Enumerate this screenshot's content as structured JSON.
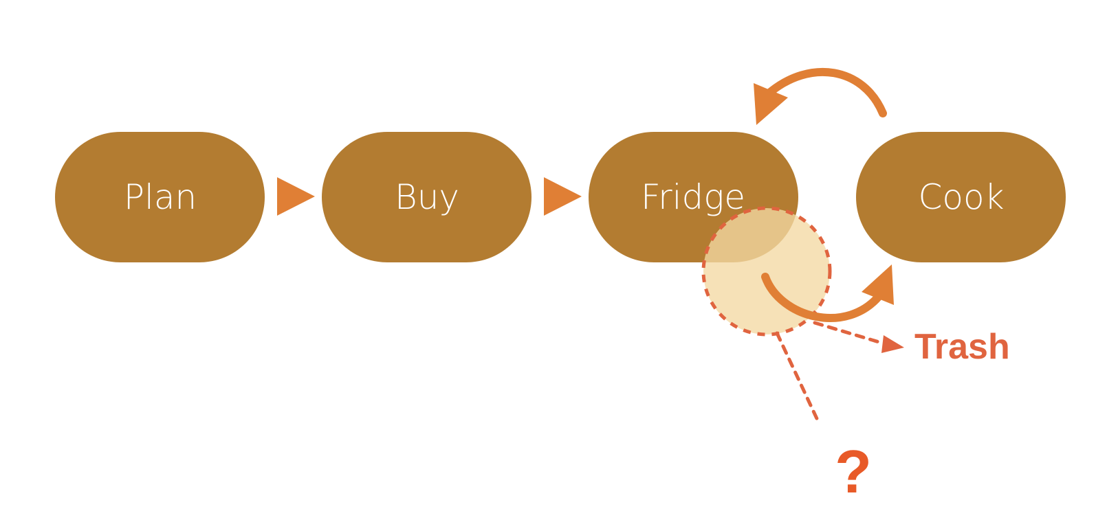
{
  "nodes": [
    {
      "id": "plan",
      "label": "Plan"
    },
    {
      "id": "buy",
      "label": "Buy"
    },
    {
      "id": "fridge",
      "label": "Fridge"
    },
    {
      "id": "cook",
      "label": "Cook"
    }
  ],
  "outcomes": {
    "trash_label": "Trash",
    "unknown_label": "?"
  },
  "colors": {
    "node_fill": "#b37c31",
    "arrow": "#e07f35",
    "highlight_fill": "#f3d8a3",
    "highlight_stroke": "#e0643f",
    "trash_text": "#e0643f",
    "question_text": "#e85a28"
  }
}
